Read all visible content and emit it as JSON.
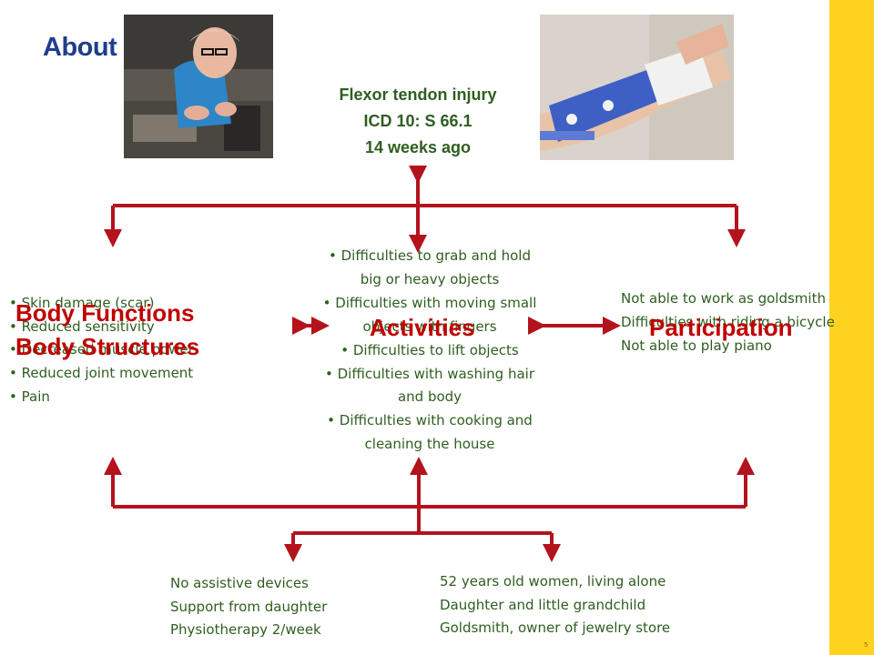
{
  "slide": {
    "title": "About",
    "page_number": "5"
  },
  "health_condition": {
    "lines": [
      "Flexor tendon injury",
      "ICD 10: S 66.1",
      "14 weeks ago"
    ]
  },
  "body_functions": {
    "title_line1": "Body Functions",
    "title_line2": "Body Structures",
    "items": [
      "Skin damage (scar)",
      "Reduced sensitivity",
      "Decreased muscle power",
      "Reduced joint movement",
      "Pain"
    ]
  },
  "activities": {
    "title": "Activities",
    "items": [
      "Difficulties to grab and hold big or heavy objects",
      "Difficulties with moving small objects with fingers",
      "Difficulties to lift objects",
      "Difficulties with washing hair and body",
      "Difficulties with cooking and cleaning the house"
    ]
  },
  "participation": {
    "title": "Participation",
    "items": [
      "Not able to work as goldsmith",
      "Difficulties with riding a bicycle",
      "Not able to play piano"
    ]
  },
  "environmental_factors": {
    "items": [
      "No assistive devices",
      "Support from daughter",
      "Physiotherapy 2/week"
    ]
  },
  "personal_factors": {
    "items": [
      "52 years old women, living alone",
      "Daughter and little grandchild",
      "Goldsmith, owner of jewelry store"
    ]
  },
  "colors": {
    "title_blue": "#1f3e8c",
    "text_green": "#2e5e1f",
    "component_red": "#c00000",
    "arrow_red": "#b3131c",
    "side_bar_yellow": "#ffd21f"
  }
}
